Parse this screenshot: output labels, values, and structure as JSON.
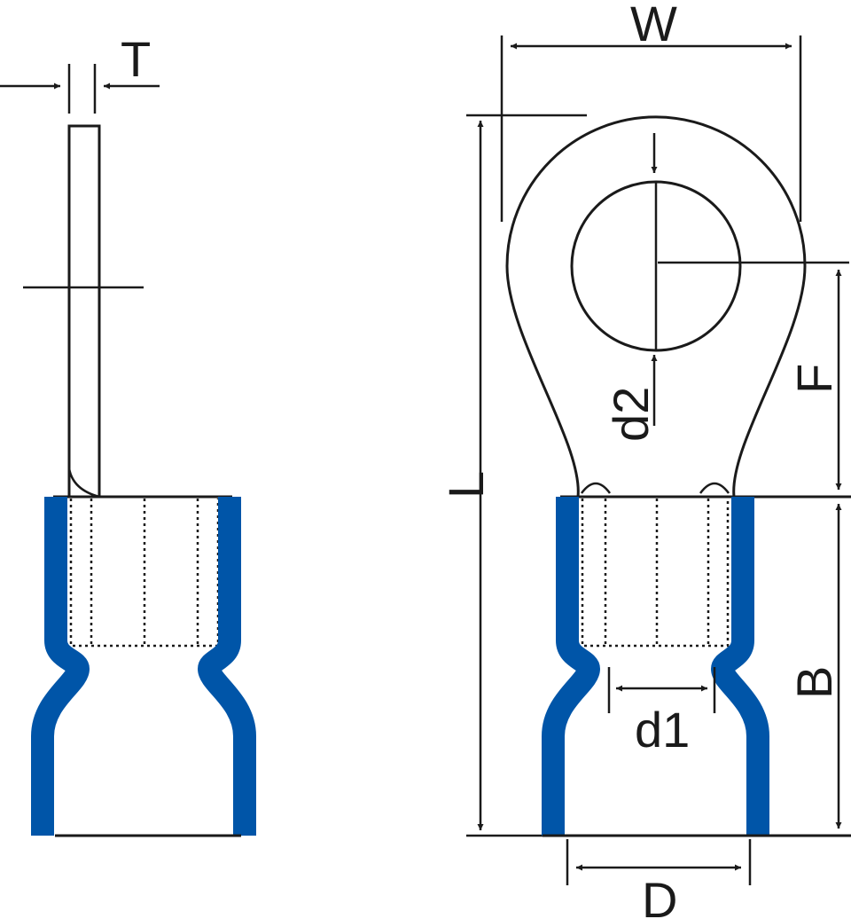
{
  "labels": {
    "W": "W",
    "T": "T",
    "L": "L",
    "F": "F",
    "B": "B",
    "d1": "d1",
    "d2": "d2",
    "D": "D"
  },
  "colors": {
    "insulation": "#0055a8",
    "line": "#1a1a1a",
    "background": "#ffffff"
  }
}
